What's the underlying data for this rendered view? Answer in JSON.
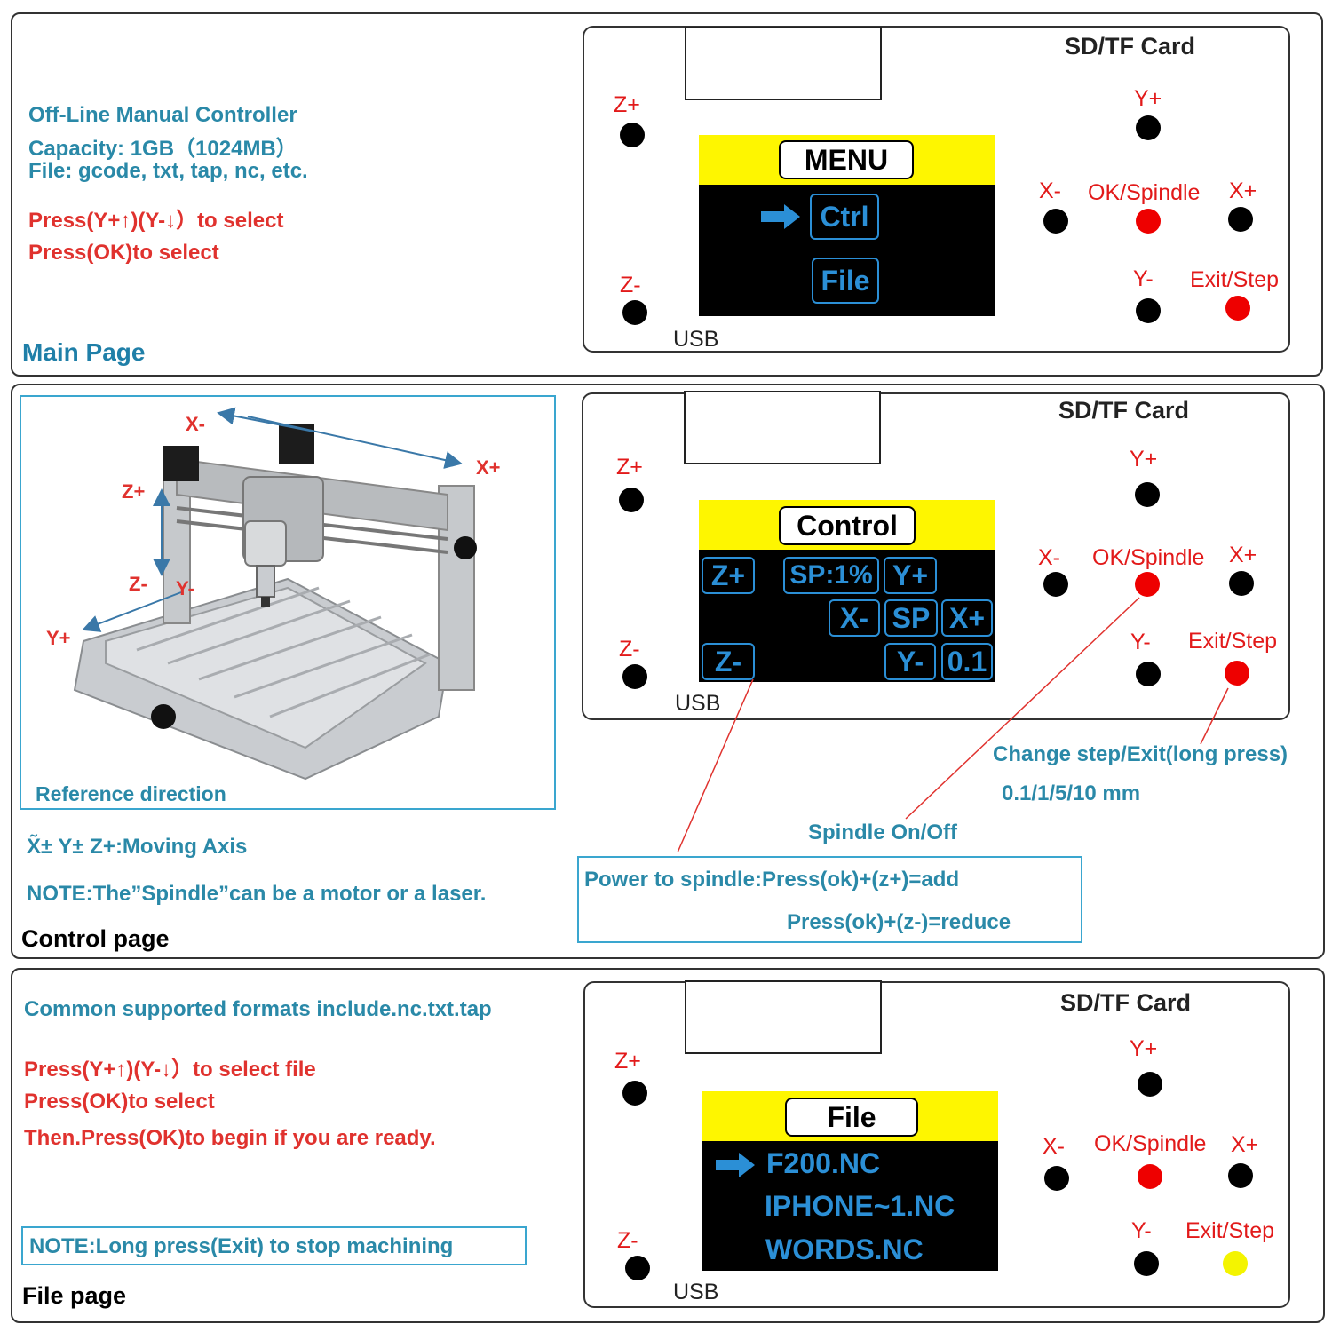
{
  "main": {
    "info": [
      "Off-Line Manual Controller",
      "Capacity: 1GB（1024MB）",
      "File: gcode, txt, tap, nc, etc."
    ],
    "press1": "Press(Y+↑)(Y-↓）to select",
    "press2": "Press(OK)to select",
    "page_label": "Main Page",
    "board": {
      "sd_label": "SD/TF Card",
      "usb": "USB",
      "keys": {
        "zplus": "Z+",
        "zminus": "Z-",
        "yplus": "Y+",
        "yminus": "Y-",
        "xminus": "X-",
        "xplus": "X+",
        "ok": "OK/Spindle",
        "exit": "Exit/Step"
      },
      "screen_title": "MENU",
      "items": [
        "Ctrl",
        "File"
      ]
    }
  },
  "control": {
    "reference": "Reference direction",
    "axis_labels": {
      "xminus": "X-",
      "xplus": "X+",
      "zplus": "Z+",
      "zminus": "Z-",
      "yminus": "Y-",
      "yplus": "Y+"
    },
    "moving_axis": "X̃± Y± Z+:Moving Axis",
    "note": "NOTE:The”Spindle”can be a motor or a laser.",
    "page_label": "Control page",
    "board": {
      "sd_label": "SD/TF Card",
      "usb": "USB",
      "keys": {
        "zplus": "Z+",
        "zminus": "Z-",
        "yplus": "Y+",
        "yminus": "Y-",
        "xminus": "X-",
        "xplus": "X+",
        "ok": "OK/Spindle",
        "exit": "Exit/Step"
      },
      "screen_title": "Control",
      "buttons": {
        "zplus": "Z+",
        "sp_pct": "SP:1%",
        "yplus": "Y+",
        "xminus": "X-",
        "sp": "SP",
        "xplus": "X+",
        "zminus": "Z-",
        "yminus": "Y-",
        "step": "0.1"
      }
    },
    "change_step": "Change step/Exit(long press)",
    "step_values": "0.1/1/5/10 mm",
    "spindle_onoff": "Spindle On/Off",
    "power_add": "Power to spindle:Press(ok)+(z+)=add",
    "power_reduce": "Press(ok)+(z-)=reduce"
  },
  "file": {
    "formats": "Common supported formats include.nc.txt.tap",
    "press1": "Press(Y+↑)(Y-↓）to select file",
    "press2": "Press(OK)to select",
    "press3": "Then.Press(OK)to begin if you are ready.",
    "note": "NOTE:Long press(Exit) to stop machining",
    "page_label": "File page",
    "board": {
      "sd_label": "SD/TF Card",
      "usb": "USB",
      "keys": {
        "zplus": "Z+",
        "zminus": "Z-",
        "yplus": "Y+",
        "yminus": "Y-",
        "xminus": "X-",
        "xplus": "X+",
        "ok": "OK/Spindle",
        "exit": "Exit/Step"
      },
      "screen_title": "File",
      "files": [
        "F200.NC",
        "IPHONE~1.NC",
        "WORDS.NC"
      ]
    }
  },
  "colors": {
    "accent_blue": "#2a89a8",
    "lcd_blue": "#2b8fd6",
    "red": "#e0322e",
    "yellow": "#fef600"
  }
}
